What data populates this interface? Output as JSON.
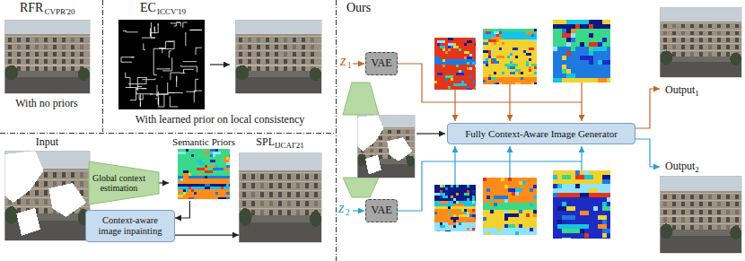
{
  "diagram": {
    "nodes": [
      {
        "text": [
          "Input"
        ]
      },
      {
        "text": [
          "Global context estimation"
        ]
      },
      {
        "text": [
          "Semantic Priors"
        ]
      },
      {
        "text": [
          "Context-aware image inpainting"
        ]
      },
      {
        "text": [
          "SPL",
          "IJCAI'21"
        ]
      },
      {
        "text": [
          "VAE"
        ]
      },
      {
        "text": [
          "VAE"
        ]
      },
      {
        "text": [
          "Fully Context-Aware Image Generator"
        ]
      },
      {
        "text": [
          "Output",
          "1"
        ]
      },
      {
        "text": [
          "Output",
          "2"
        ]
      }
    ],
    "edges": [
      {
        "from": 1,
        "to": 2,
        "arrow": "to"
      },
      {
        "from": 2,
        "to": 3,
        "arrow": "to"
      },
      {
        "from": 3,
        "to": 4,
        "arrow": "to"
      },
      {
        "from": 7,
        "to": 8,
        "arrow": "to"
      },
      {
        "from": 7,
        "to": 9,
        "arrow": "to"
      }
    ],
    "labels": [
      "RFR",
      "CVPR'20",
      "With no priors",
      "EC",
      "ICCV'19",
      "With learned prior on local consistency",
      "Ours",
      "z",
      "1",
      "z",
      "2"
    ]
  }
}
